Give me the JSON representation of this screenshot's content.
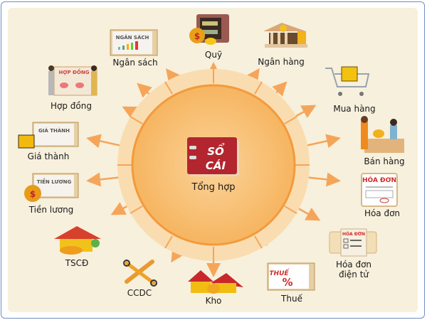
{
  "diagram": {
    "type": "radial",
    "center": {
      "label": "Tổng hợp",
      "icon": "ledger-book-icon",
      "book_title_line1": "SỔ",
      "book_title_line2": "CÁI"
    },
    "nodes": [
      {
        "id": "ngan-sach",
        "label": "Ngân sách",
        "icon": "budget-calendar-icon",
        "icon_text": "NGÂN SÁCH"
      },
      {
        "id": "quy",
        "label": "Quỹ",
        "icon": "safe-money-icon"
      },
      {
        "id": "ngan-hang",
        "label": "Ngân hàng",
        "icon": "bank-icon"
      },
      {
        "id": "mua-hang",
        "label": "Mua hàng",
        "icon": "shopping-cart-icon"
      },
      {
        "id": "ban-hang",
        "label": "Bán hàng",
        "icon": "sales-counter-icon"
      },
      {
        "id": "hoa-don",
        "label": "Hóa đơn",
        "icon": "invoice-icon",
        "icon_text": "HÓA ĐƠN"
      },
      {
        "id": "hoa-don-dien-tu",
        "label_line1": "Hóa đơn",
        "label_line2": "điện tử",
        "icon": "e-invoice-icon",
        "icon_text": "HÓA ĐƠN"
      },
      {
        "id": "thue",
        "label": "Thuế",
        "icon": "tax-calendar-icon",
        "icon_text": "THUẾ",
        "icon_symbol": "%"
      },
      {
        "id": "kho",
        "label": "Kho",
        "icon": "warehouse-icon"
      },
      {
        "id": "ccdc",
        "label": "CCDC",
        "icon": "tools-icon"
      },
      {
        "id": "tscd",
        "label": "TSCĐ",
        "icon": "house-car-icon"
      },
      {
        "id": "tien-luong",
        "label": "Tiền lương",
        "icon": "salary-calendar-icon",
        "icon_text": "TIỀN LƯƠNG"
      },
      {
        "id": "gia-thanh",
        "label": "Giá thành",
        "icon": "cost-calendar-icon",
        "icon_text": "GIÁ THÀNH"
      },
      {
        "id": "hop-dong",
        "label": "Hợp đồng",
        "icon": "contract-icon",
        "icon_text": "HỢP ĐỒNG"
      }
    ],
    "colors": {
      "background": "#f7f0dc",
      "frame_border": "#6f8fc4",
      "halo": "#f9ddb0",
      "circle_fill": "#f7b866",
      "circle_border": "#f39a3d",
      "arrow": "#f5a55a",
      "book_red": "#b3262f"
    }
  }
}
